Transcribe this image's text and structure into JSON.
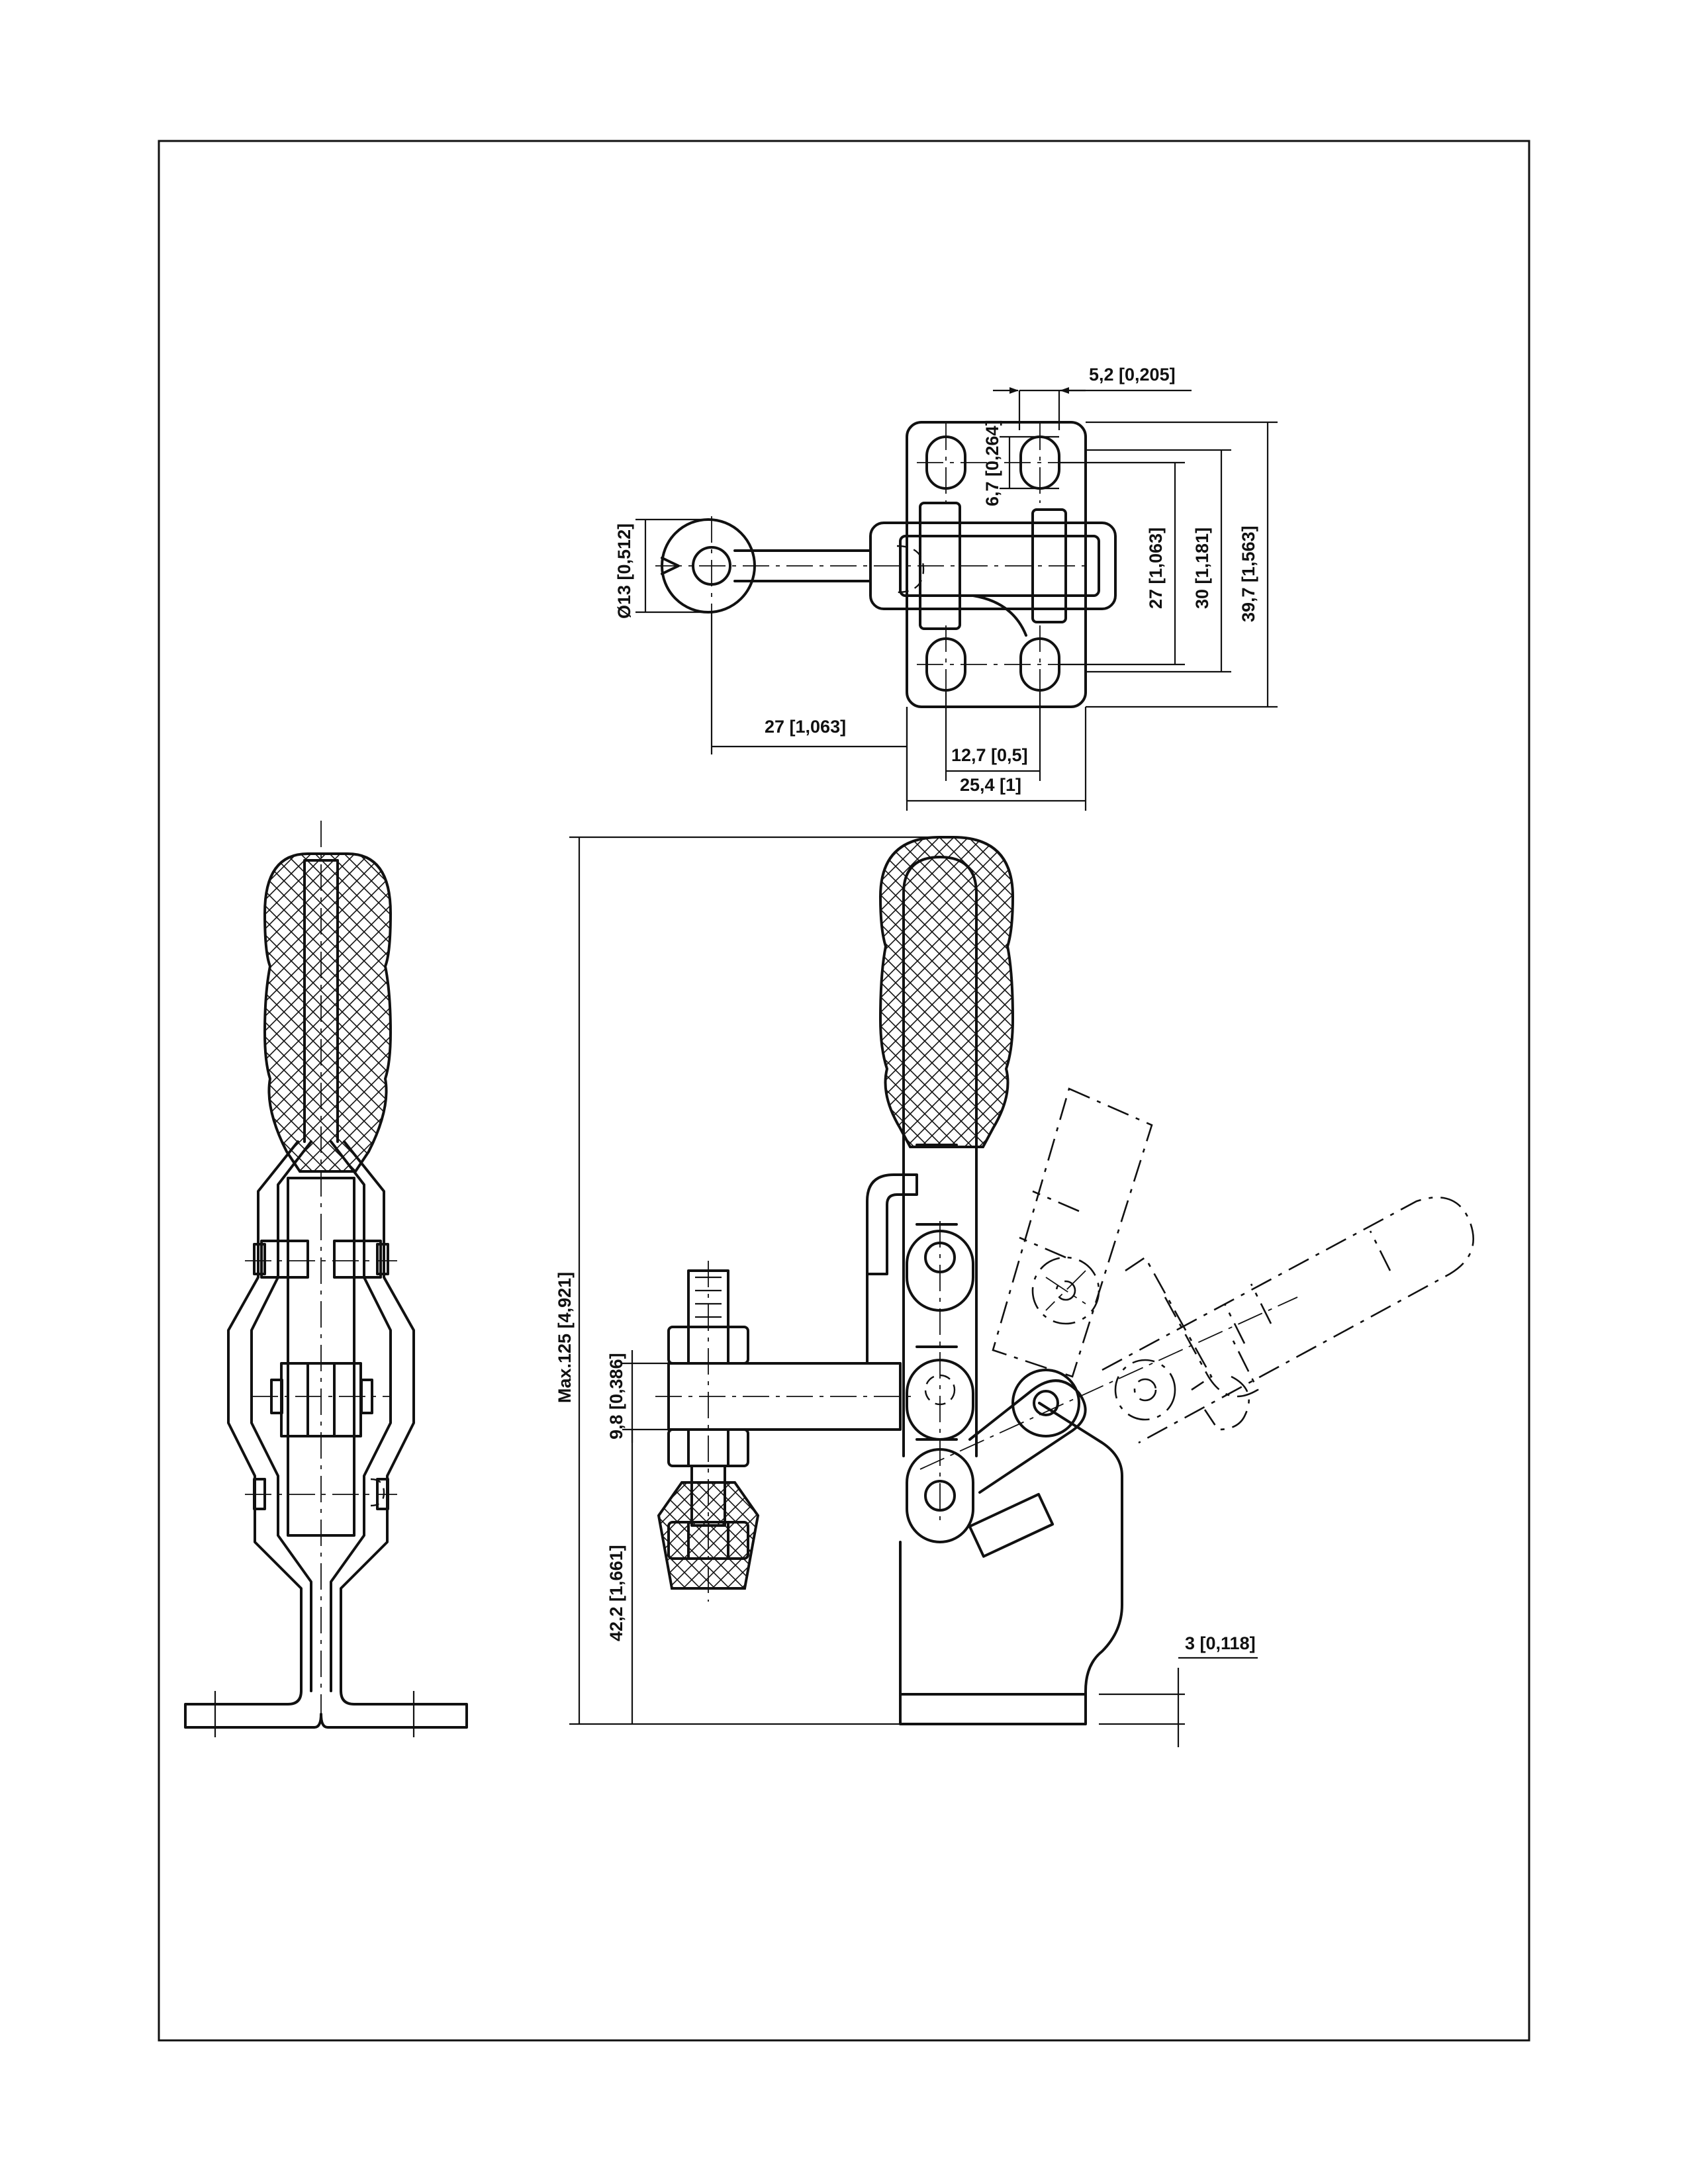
{
  "dimensions": {
    "slot_width": "5,2 [0,205]",
    "slot_length": "6,7 [0,264]",
    "hole_pitch_y": "27 [1,063]",
    "base_height_30": "30 [1,181]",
    "base_height_total": "39,7 [1,563]",
    "spindle_dia": "Ø13 [0,512]",
    "reach": "27 [1,063]",
    "hole_pitch_x": "12,7 [0,5]",
    "base_width": "25,4 [1]",
    "overall_height": "Max.125 [4,921]",
    "spindle_height": "9,8 [0,386]",
    "clamp_height": "42,2 [1,661]",
    "base_thickness": "3 [0,118]"
  },
  "colors": {
    "line": "#111111",
    "background": "#ffffff"
  }
}
